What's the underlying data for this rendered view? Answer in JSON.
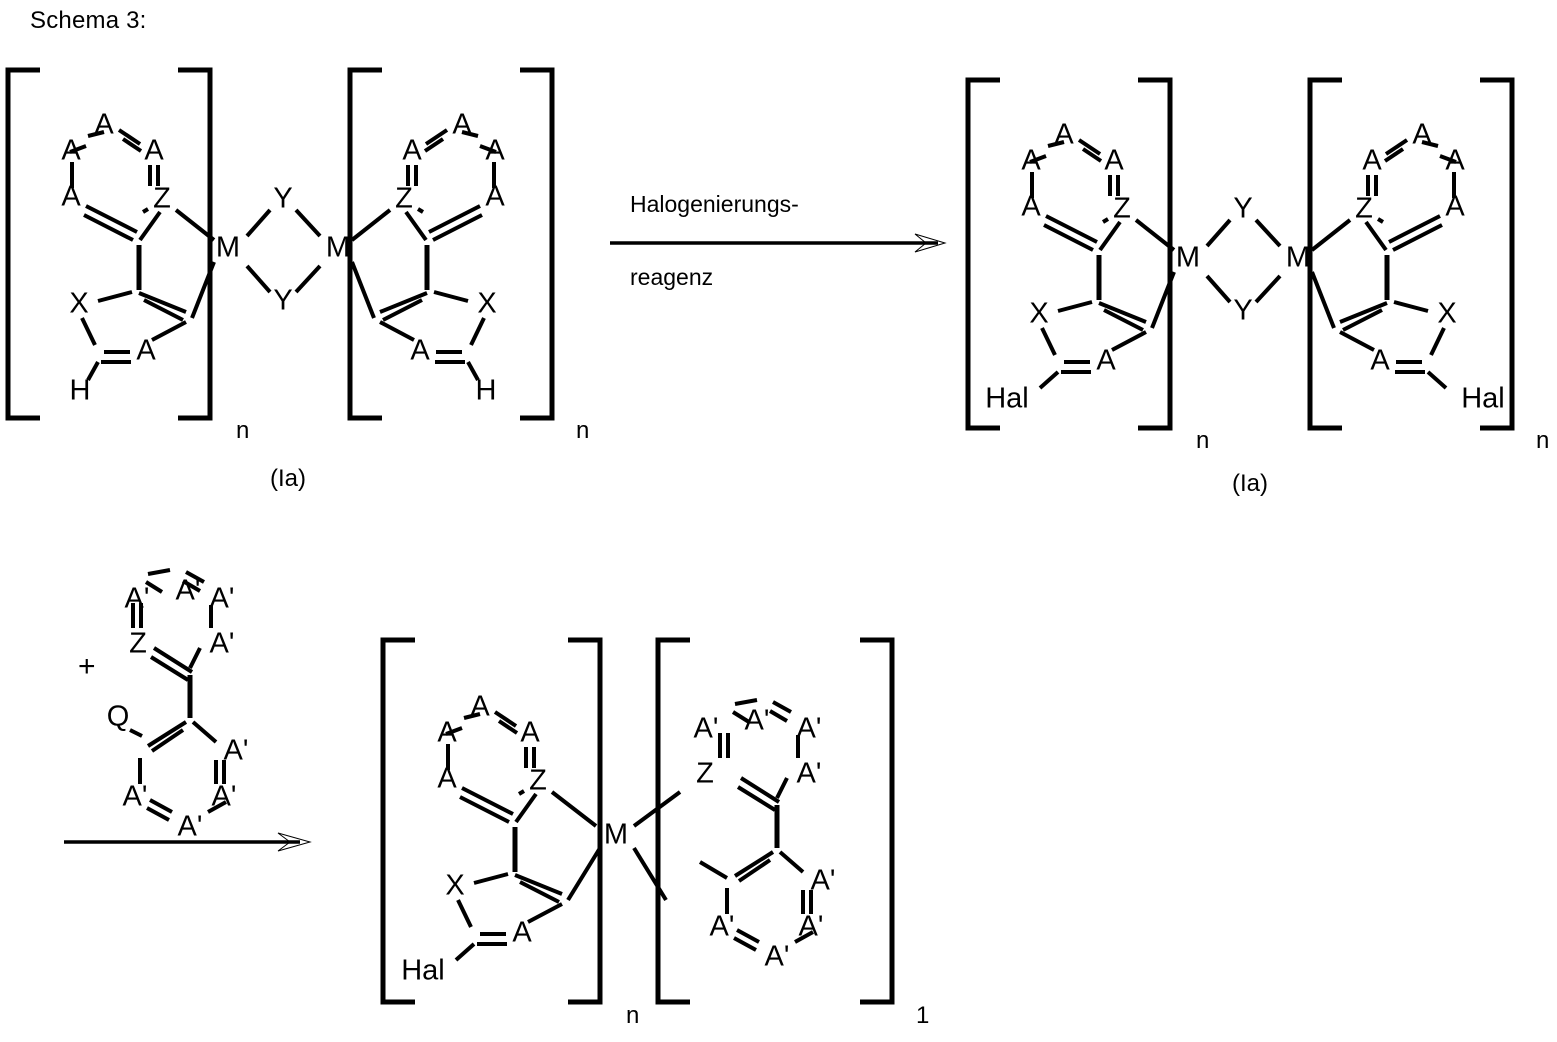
{
  "scheme": {
    "title": "Schema 3:"
  },
  "atoms": {
    "A": "A",
    "A_prime": "A'",
    "Z": "Z",
    "X": "X",
    "M": "M",
    "Y": "Y",
    "H": "H",
    "Hal": "Hal",
    "Q": "Q"
  },
  "reaction": {
    "reagent_line1": "Halogenierungs-",
    "reagent_line2": "reagenz",
    "plus_sign": "+",
    "arrow_icon": "right-arrow-icon"
  },
  "subscripts": {
    "n": "n",
    "one": "1"
  },
  "compound_labels": {
    "reactant": "(Ia)",
    "product": "(Ia)"
  },
  "structures": {
    "top_left": {
      "name": "dinuclear-bridged-complex-reactant",
      "terminal_substituent": "H",
      "bracket_subscript_left": "n",
      "bracket_subscript_right": "n",
      "bridge_atoms": [
        "Y",
        "Y"
      ],
      "metal_centers": [
        "M",
        "M"
      ],
      "label": "(Ia)"
    },
    "top_right": {
      "name": "dinuclear-bridged-complex-halogenated",
      "terminal_substituent": "Hal",
      "bracket_subscript_left": "n",
      "bracket_subscript_right": "n",
      "bridge_atoms": [
        "Y",
        "Y"
      ],
      "metal_centers": [
        "M",
        "M"
      ],
      "label": "(Ia)"
    },
    "reagent": {
      "name": "biaryl-reagent-with-Q",
      "ring_labels": [
        "A'",
        "Z",
        "Q"
      ],
      "substituent": "Q"
    },
    "bottom_product": {
      "name": "heteroleptic-metal-complex-product",
      "left_ligand_terminal": "Hal",
      "bracket_subscript_left": "n",
      "bracket_subscript_right": "1",
      "metal_center": "M"
    }
  },
  "colors": {
    "ink": "#000000",
    "background": "#ffffff"
  }
}
